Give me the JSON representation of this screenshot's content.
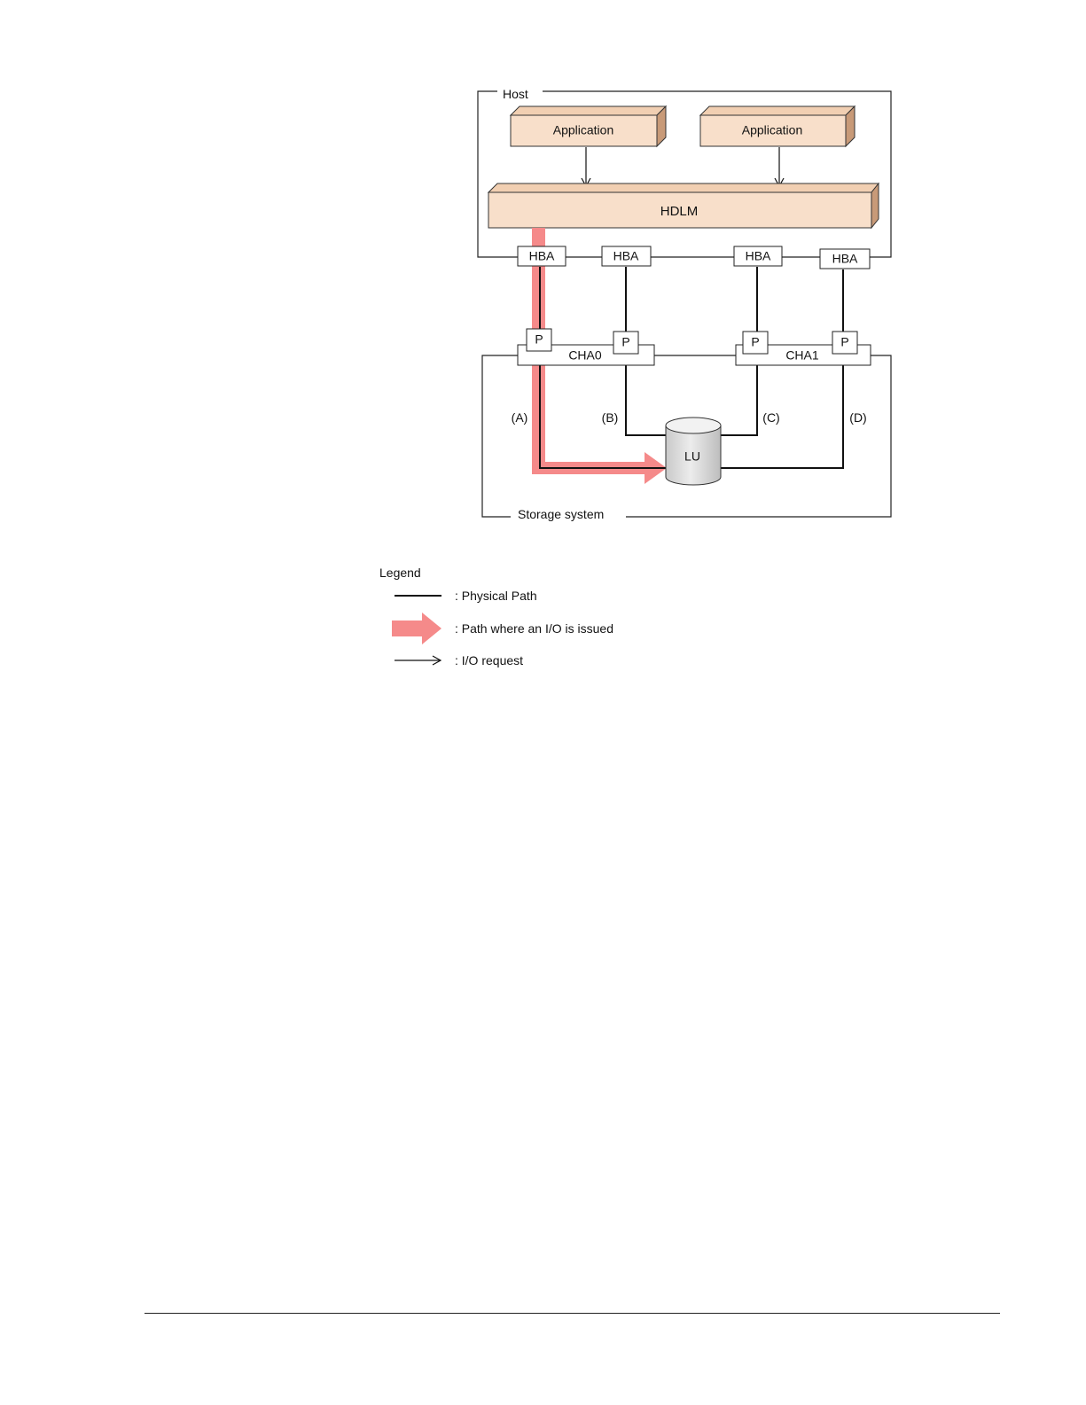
{
  "diagram": {
    "host": {
      "label": "Host"
    },
    "storage": {
      "label": "Storage system"
    },
    "applications": [
      {
        "label": "Application"
      },
      {
        "label": "Application"
      }
    ],
    "hdlm": {
      "label": "HDLM"
    },
    "hbas": [
      {
        "label": "HBA"
      },
      {
        "label": "HBA"
      },
      {
        "label": "HBA"
      },
      {
        "label": "HBA"
      }
    ],
    "chas": [
      {
        "label": "CHA0"
      },
      {
        "label": "CHA1"
      }
    ],
    "ports": [
      {
        "label": "P"
      },
      {
        "label": "P"
      },
      {
        "label": "P"
      },
      {
        "label": "P"
      }
    ],
    "paths": [
      {
        "label": "(A)"
      },
      {
        "label": "(B)"
      },
      {
        "label": "(C)"
      },
      {
        "label": "(D)"
      }
    ],
    "lu": {
      "label": "LU"
    },
    "active_path": "(A)"
  },
  "legend": {
    "title": "Legend",
    "items": [
      {
        "type": "physical-path",
        "label": ": Physical Path"
      },
      {
        "type": "io-path",
        "label": ": Path where an I/O is issued"
      },
      {
        "type": "io-request",
        "label": ": I/O request"
      }
    ]
  },
  "colors": {
    "box_fill": "#f8dfca",
    "box_side": "#c89a78",
    "io_path": "#f58a8a",
    "line": "#111111",
    "lu_fill": "#d8d8d8"
  }
}
